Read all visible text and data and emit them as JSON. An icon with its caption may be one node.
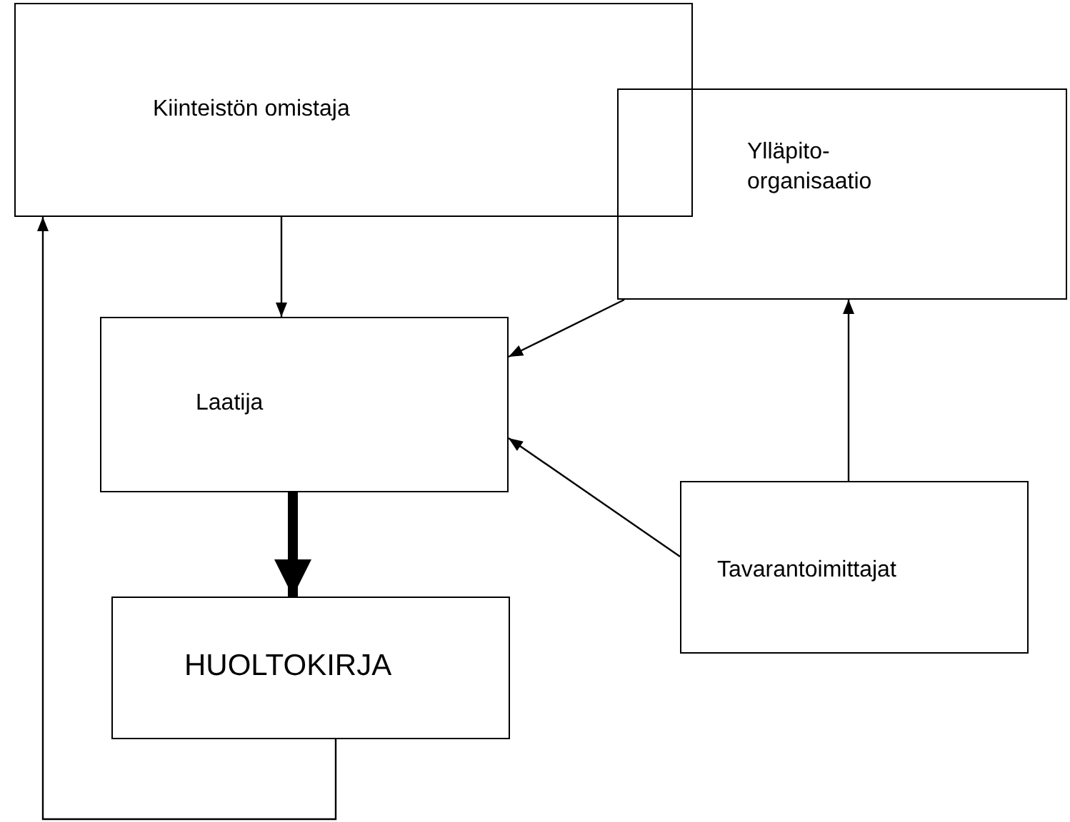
{
  "diagram": {
    "nodes": [
      {
        "text": [
          "Kiinteistön omistaja"
        ]
      },
      {
        "text": [
          "Ylläpito-organisaatio"
        ]
      },
      {
        "text": [
          "Laatija"
        ]
      },
      {
        "text": [
          "HUOLTOKIRJA"
        ]
      },
      {
        "text": [
          "Tavarantoimittajat"
        ]
      }
    ],
    "edges": [
      {
        "from": 0,
        "to": 2,
        "arrow": "to"
      },
      {
        "from": 1,
        "to": 2,
        "arrow": "to"
      },
      {
        "from": 4,
        "to": 2,
        "arrow": "to"
      },
      {
        "from": 4,
        "to": 1,
        "arrow": "to"
      },
      {
        "from": 2,
        "to": 3,
        "arrow": "to",
        "style": "thick"
      },
      {
        "from": 3,
        "to": 0,
        "arrow": "to"
      }
    ]
  }
}
